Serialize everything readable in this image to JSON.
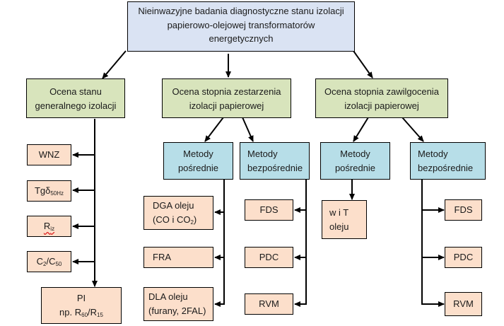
{
  "root": {
    "line1": "Nieinwazyjne badania diagnostyczne stanu izolacji",
    "line2": "papierowo-olejowej transformatorów",
    "line3": "energetycznych"
  },
  "categories": [
    {
      "line1": "Ocena stanu",
      "line2": "generalnego izolacji"
    },
    {
      "line1": "Ocena stopnia zestarzenia",
      "line2": "izolacji papierowej"
    },
    {
      "line1": "Ocena stopnia zawilgocenia",
      "line2": "izolacji papierowej"
    }
  ],
  "methods": {
    "posrednie_line1": "Metody",
    "posrednie_line2": "pośrednie",
    "bezposrednie_line1": "Metody",
    "bezposrednie_line2": "bezpośrednie"
  },
  "general": {
    "wnz": "WNZ",
    "tgd": {
      "main": "Tgδ",
      "sub": "50Hz"
    },
    "riz": {
      "main": "R",
      "sub": "iz"
    },
    "c2c50": {
      "a": "C",
      "a_sub": "2",
      "slash": "/C",
      "b_sub": "50"
    },
    "pi": {
      "line1": "PI",
      "prefix": "np. R",
      "sub1": "60",
      "slash": "/R",
      "sub2": "15"
    }
  },
  "aging_indirect": {
    "dga": {
      "line1": "DGA oleju",
      "line2_a": "(CO i CO",
      "line2_sub": "2",
      "line2_b": ")"
    },
    "fra": "FRA",
    "dla": {
      "line1": "DLA oleju",
      "line2": "(furany, 2FAL)"
    }
  },
  "aging_direct": {
    "fds": "FDS",
    "pdc": "PDC",
    "rvm": "RVM"
  },
  "moisture_indirect": {
    "line1": "w i T",
    "line2": "oleju"
  },
  "moisture_direct": {
    "fds": "FDS",
    "pdc": "PDC",
    "rvm": "RVM"
  }
}
